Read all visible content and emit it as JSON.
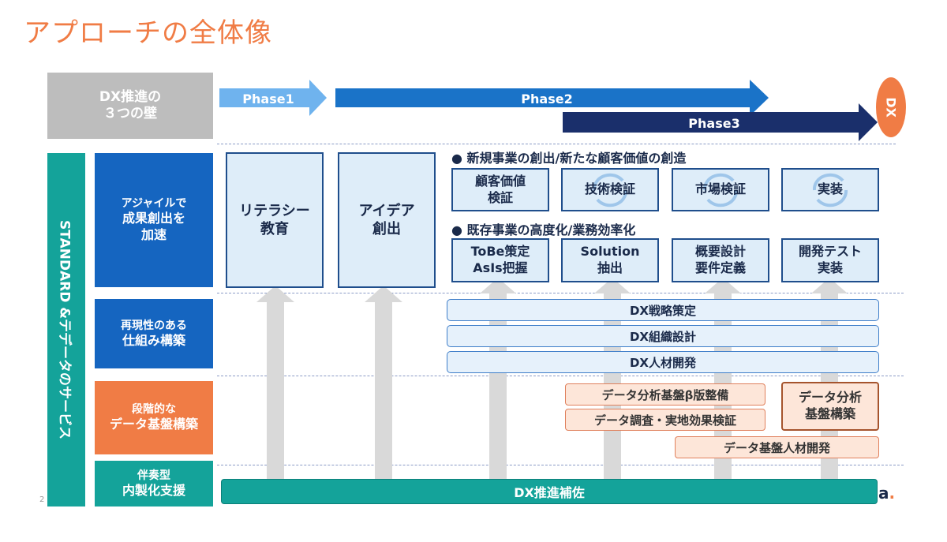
{
  "title": "アプローチの全体像",
  "header_block": {
    "line1": "DX推進の",
    "line2": "３つの壁"
  },
  "phases": {
    "phase1": "Phase1",
    "phase2": "Phase2",
    "phase3": "Phase3",
    "goal": "DX"
  },
  "sidebar_vertical": "STANDARD &テデータのサービス",
  "row_labels": {
    "agile": {
      "line1": "アジャイルで",
      "line2": "成果創出を",
      "line3": "加速"
    },
    "repro": {
      "line1": "再現性のある",
      "line2": "仕組み構築"
    },
    "data": {
      "line1": "段階的な",
      "line2": "データ基盤構築"
    },
    "support": {
      "line1": "伴奏型",
      "line2": "内製化支援"
    }
  },
  "big_boxes": {
    "literacy": {
      "line1": "リテラシー",
      "line2": "教育"
    },
    "idea": {
      "line1": "アイデア",
      "line2": "創出"
    }
  },
  "bullets": {
    "new_business": "● 新規事業の創出/新たな顧客価値の創造",
    "existing_business": "● 既存事業の高度化/業務効率化"
  },
  "new_steps": [
    {
      "line1": "顧客価値",
      "line2": "検証"
    },
    {
      "line1": "技術検証",
      "line2": ""
    },
    {
      "line1": "市場検証",
      "line2": ""
    },
    {
      "line1": "実装",
      "line2": ""
    }
  ],
  "existing_steps": [
    {
      "line1": "ToBe策定",
      "line2": "AsIs把握"
    },
    {
      "line1": "Solution",
      "line2": "抽出"
    },
    {
      "line1": "概要設計",
      "line2": "要件定義"
    },
    {
      "line1": "開発テスト",
      "line2": "実装"
    }
  ],
  "dx_bars": [
    "DX戦略策定",
    "DX組織設計",
    "DX人材開発"
  ],
  "data_bars": {
    "beta": "データ分析基盤β版整備",
    "survey": "データ調査・実地効果検証",
    "talent": "データ基盤人材開発",
    "build": {
      "line1": "データ分析",
      "line2": "基盤構築"
    }
  },
  "support_bar": "DX推進補佐",
  "page_number": "2",
  "logo_text": "a",
  "colors": {
    "title_orange": "#f07c45",
    "phase1": "#6fb3ee",
    "phase2": "#1a73c8",
    "phase3": "#1a2f6b",
    "blue": "#1565c0",
    "teal": "#14a39a",
    "orange": "#f07c45"
  }
}
